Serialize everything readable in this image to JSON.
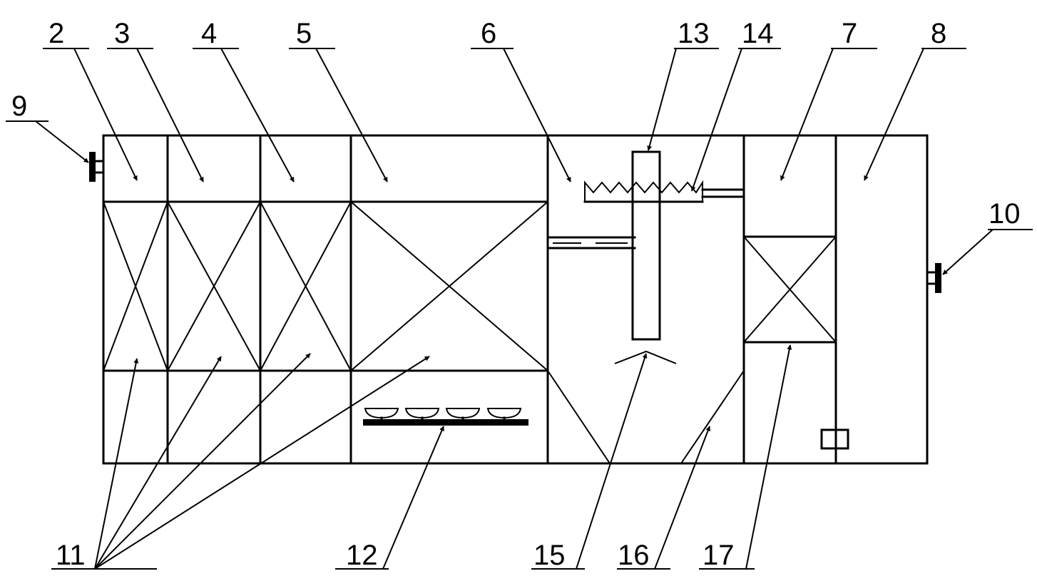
{
  "labels": {
    "l2": "2",
    "l3": "3",
    "l4": "4",
    "l5": "5",
    "l6": "6",
    "l7": "7",
    "l8": "8",
    "l9": "9",
    "l10": "10",
    "l11": "11",
    "l12": "12",
    "l13": "13",
    "l14": "14",
    "l15": "15",
    "l16": "16",
    "l17": "17"
  },
  "colors": {
    "stroke": "#000000",
    "background": "#ffffff"
  }
}
